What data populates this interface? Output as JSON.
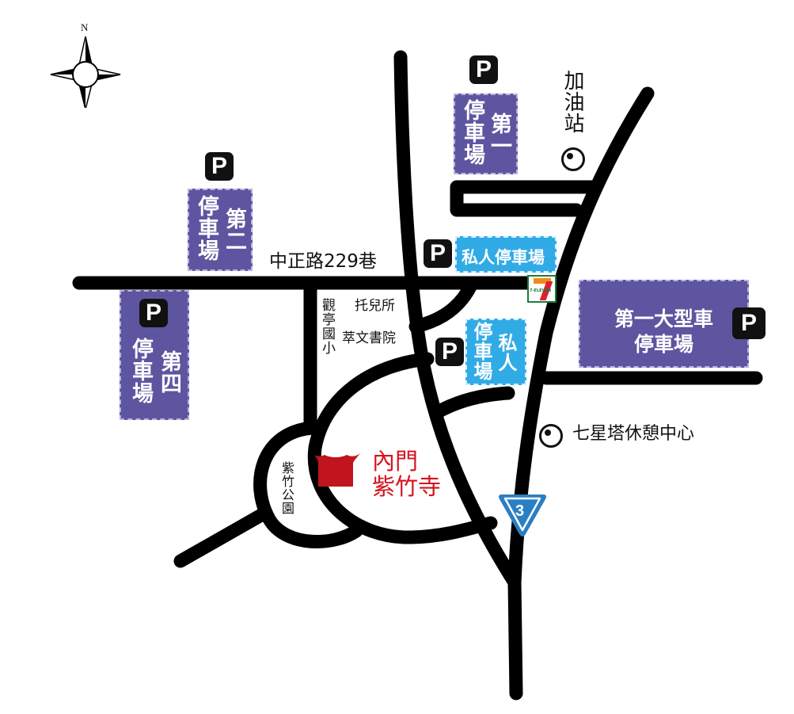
{
  "compass": {
    "north_label": "N",
    "icon": "compass-rose-icon"
  },
  "roads": {
    "main_street_label": "中正路229巷",
    "highway_route_number": "3",
    "highway_color": "#2a7fc4"
  },
  "parking_lots": [
    {
      "id": "lot-1",
      "name_lines": [
        "第一",
        "停車場"
      ],
      "icon_label": "P",
      "color": "#5e55a0"
    },
    {
      "id": "lot-2",
      "name_lines": [
        "第二",
        "停車場"
      ],
      "icon_label": "P",
      "color": "#5e55a0"
    },
    {
      "id": "lot-4",
      "name_lines": [
        "第四",
        "停車場"
      ],
      "icon_label": "P",
      "color": "#5e55a0"
    },
    {
      "id": "lot-large",
      "name_lines": [
        "第一大型車",
        "停車場"
      ],
      "icon_label": "P",
      "color": "#5e55a0"
    },
    {
      "id": "lot-private-top",
      "name": "私人停車場",
      "icon_label": "P",
      "color": "#31abe6"
    },
    {
      "id": "lot-private-mid",
      "name_lines": [
        "私人",
        "停車場"
      ],
      "icon_label": "P",
      "color": "#31abe6"
    }
  ],
  "landmarks": {
    "gas_station": "加油站",
    "rest_area": "七星塔休憩中心",
    "school": "觀亭國小",
    "daycare": "托兒所",
    "academy": "萃文書院",
    "park": "紫竹公園",
    "convenience_store": "7-ELEVEN",
    "temple": {
      "line1": "內門",
      "line2": "紫竹寺",
      "color": "#c0141e"
    }
  }
}
